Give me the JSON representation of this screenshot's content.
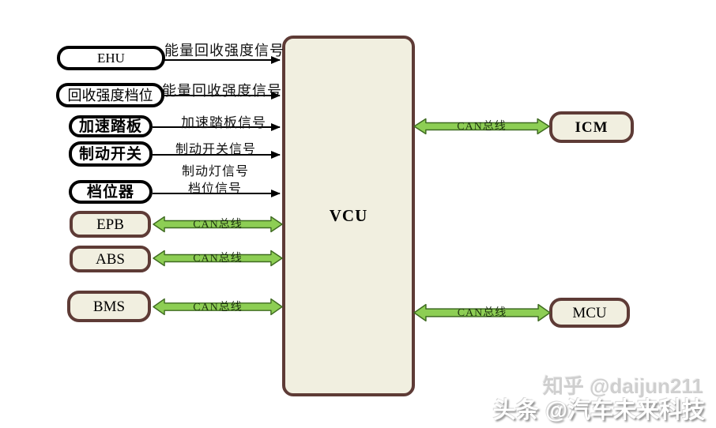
{
  "nodes": {
    "ehu": {
      "label": "EHU"
    },
    "recovery_gear": {
      "label": "回收强度档位"
    },
    "accel_pedal": {
      "label": "加速踏板"
    },
    "brake_switch": {
      "label": "制动开关"
    },
    "gear_selector": {
      "label": "档位器"
    },
    "epb": {
      "label": "EPB"
    },
    "abs": {
      "label": "ABS"
    },
    "bms": {
      "label": "BMS"
    },
    "vcu": {
      "label": "VCU"
    },
    "icm": {
      "label": "ICM"
    },
    "mcu": {
      "label": "MCU"
    }
  },
  "signals": {
    "energy_recovery_top": "能量回收强度信号",
    "energy_recovery_mid": "能量回收强度信号",
    "accel_pedal_signal": "加速踏板信号",
    "brake_switch_signal": "制动开关信号",
    "brake_lamp_signal": "制动灯信号",
    "gear_signal": "档位信号",
    "can_bus": {
      "epb": "CAN总线",
      "abs": "CAN总线",
      "bms": "CAN总线",
      "icm": "CAN总线",
      "mcu": "CAN总线"
    }
  },
  "watermarks": {
    "zhihu": "知乎 @daijun211",
    "toutiao": "头条 @汽车未来科技"
  },
  "colors": {
    "background": "#ffffff",
    "node_fill": "#f1efe0",
    "node_border": "#5e3b36",
    "black_border": "#000000",
    "can_arrow_fill": "#8dce54",
    "can_arrow_border": "#3f6b21"
  }
}
